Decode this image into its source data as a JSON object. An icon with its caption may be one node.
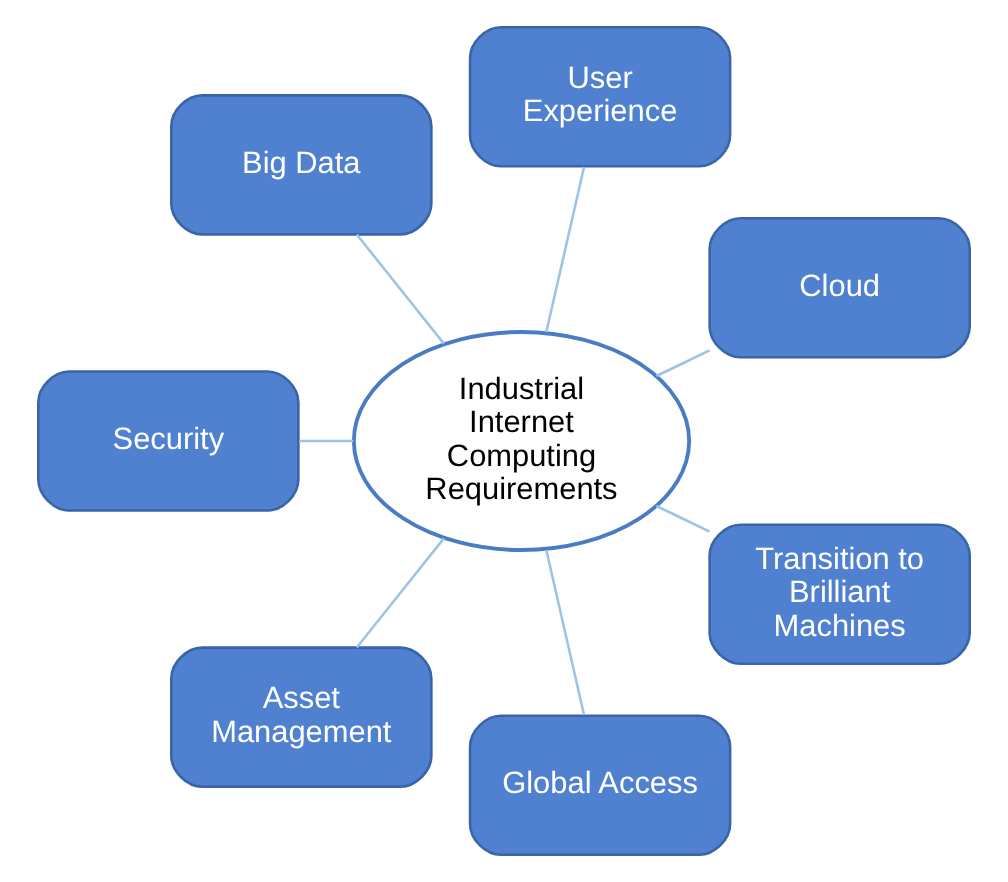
{
  "diagram": {
    "nodes": [
      {
        "text": [
          "Industrial Internet Computing Requirements"
        ]
      },
      {
        "text": [
          "Cloud"
        ]
      },
      {
        "text": [
          "User Experience"
        ]
      },
      {
        "text": [
          "Big Data"
        ]
      },
      {
        "text": [
          "Security"
        ]
      },
      {
        "text": [
          "Asset Management"
        ]
      },
      {
        "text": [
          "Global Access"
        ]
      },
      {
        "text": [
          "Transition to Brilliant Machines"
        ]
      }
    ],
    "edges": [
      {
        "from": 0,
        "to": 1,
        "arrow": "none"
      },
      {
        "from": 0,
        "to": 2,
        "arrow": "none"
      },
      {
        "from": 0,
        "to": 3,
        "arrow": "none"
      },
      {
        "from": 0,
        "to": 4,
        "arrow": "none"
      },
      {
        "from": 0,
        "to": 5,
        "arrow": "none"
      },
      {
        "from": 0,
        "to": 6,
        "arrow": "none"
      },
      {
        "from": 0,
        "to": 7,
        "arrow": "none"
      }
    ]
  }
}
